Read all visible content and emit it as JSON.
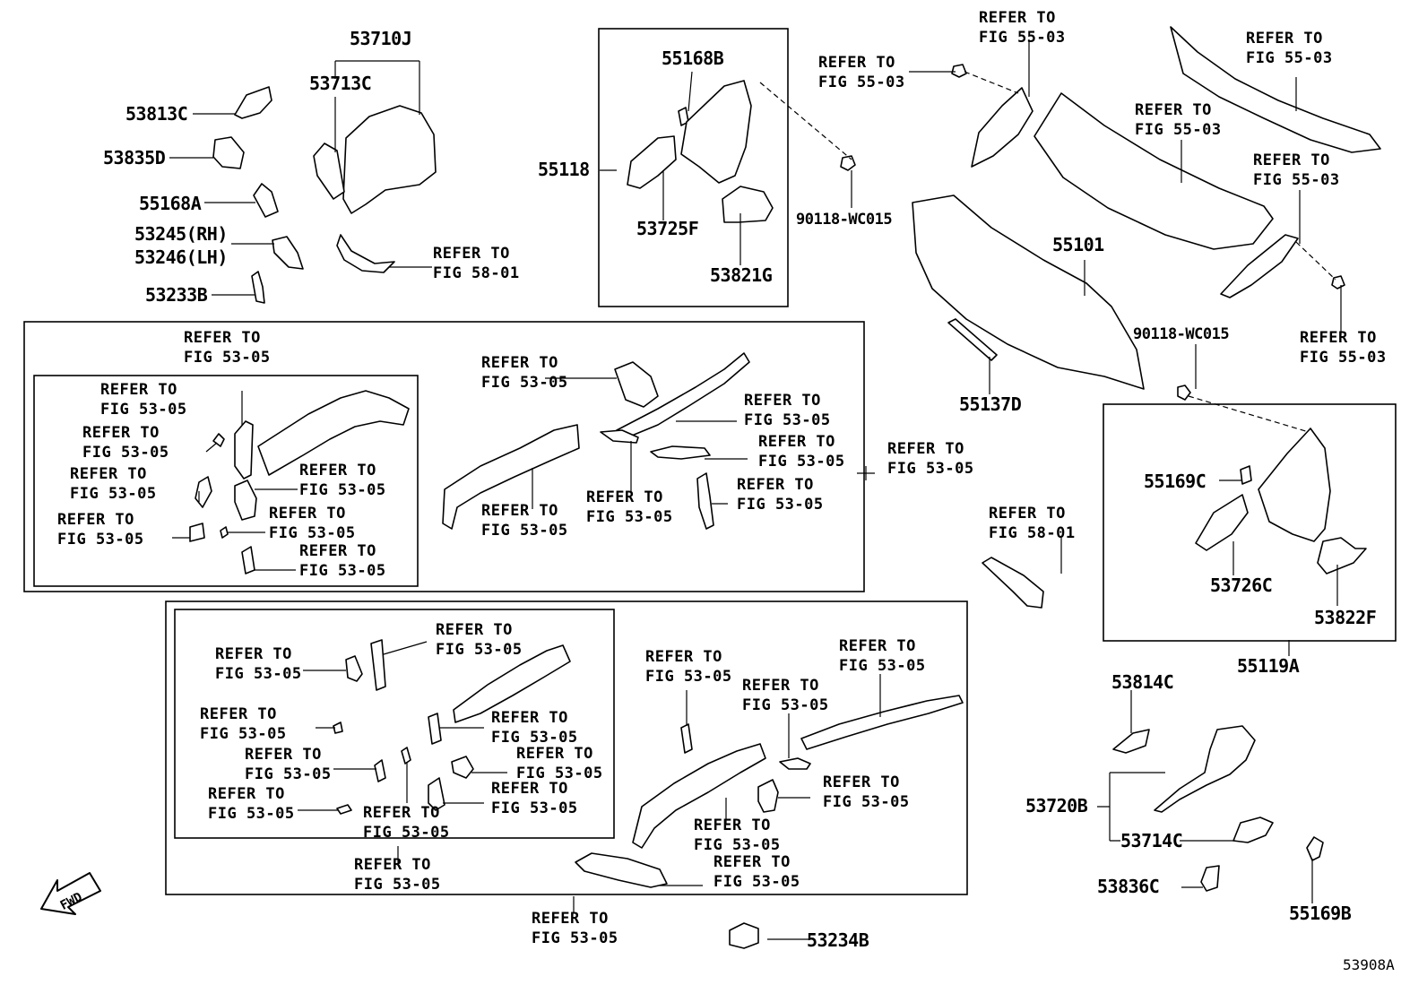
{
  "refer": {
    "prefix": "REFER TO",
    "fig_53_05": "FIG 53-05",
    "fig_55_03": "FIG 55-03",
    "fig_58_01": "FIG 58-01"
  },
  "parts": {
    "p53710J": "53710J",
    "p53713C": "53713C",
    "p53813C": "53813C",
    "p53835D": "53835D",
    "p55168A": "55168A",
    "p53245": "53245(RH)",
    "p53246": "53246(LH)",
    "p53233B": "53233B",
    "p55168B": "55168B",
    "p55118": "55118",
    "p53725F": "53725F",
    "p53821G": "53821G",
    "p90118a": "90118-WC015",
    "p90118b": "90118-WC015",
    "p55101": "55101",
    "p55137D": "55137D",
    "p55169C": "55169C",
    "p53726C": "53726C",
    "p53822F": "53822F",
    "p55119A": "55119A",
    "p53814C": "53814C",
    "p53720B": "53720B",
    "p53714C": "53714C",
    "p53836C": "53836C",
    "p55169B": "55169B",
    "p53234B": "53234B"
  },
  "diagram_id": "53908A",
  "fwd_label": "FWD"
}
